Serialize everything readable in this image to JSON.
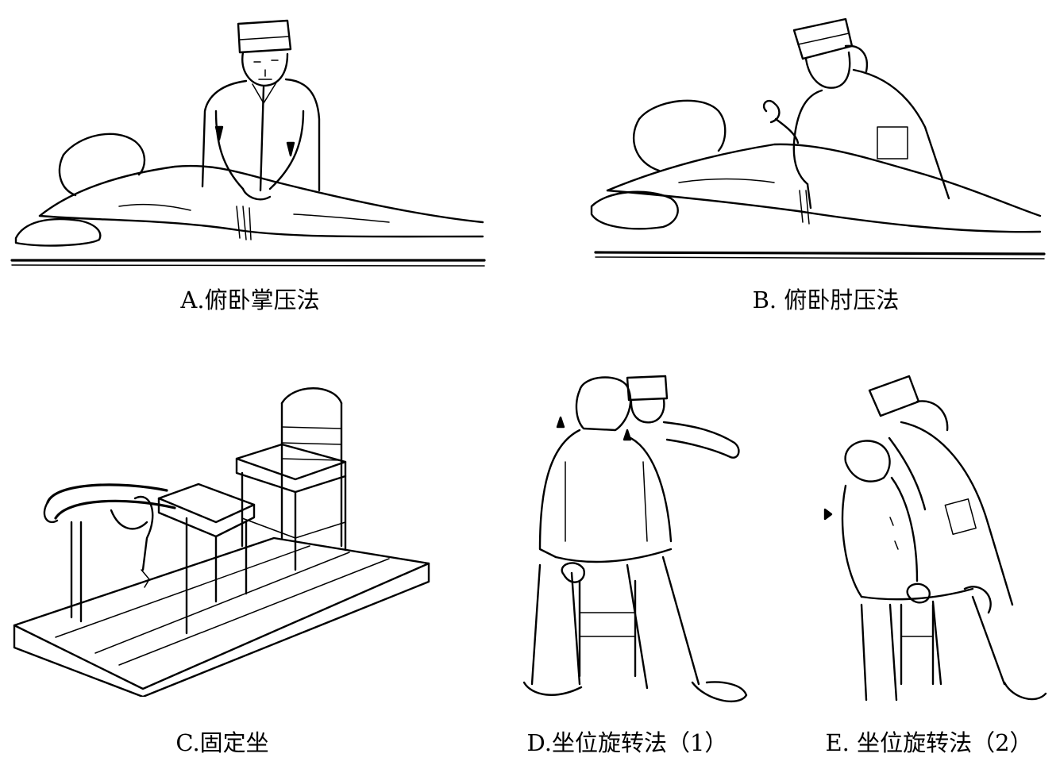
{
  "figures": [
    {
      "id": "a",
      "caption": "A.俯卧掌压法"
    },
    {
      "id": "b",
      "caption": "B. 俯卧肘压法"
    },
    {
      "id": "c",
      "caption": "C.固定坐"
    },
    {
      "id": "d",
      "caption": "D.坐位旋转法（1）"
    },
    {
      "id": "e",
      "caption": "E. 坐位旋转法（2）"
    }
  ]
}
